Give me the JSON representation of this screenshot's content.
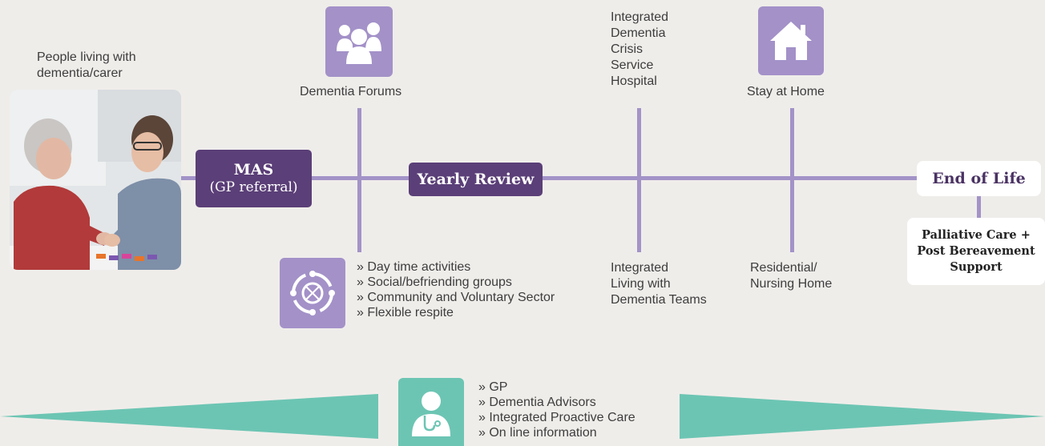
{
  "photo_label": [
    "People living with",
    "dementia/carer"
  ],
  "mas": {
    "line1": "MAS",
    "line2": "(GP referral)"
  },
  "yearly_review": "Yearly Review",
  "dementia_forums": "Dementia Forums",
  "crisis_service": [
    "Integrated",
    "Dementia",
    "Crisis",
    "Service",
    "Hospital"
  ],
  "stay_at_home": "Stay at Home",
  "end_of_life": "End of Life",
  "palliative": [
    "Palliative Care +",
    "Post Bereavement",
    "Support"
  ],
  "activities": [
    "Day time activities",
    "Social/befriending groups",
    "Community and Voluntary Sector",
    "Flexible respite"
  ],
  "living_teams": [
    "Integrated",
    "Living with",
    "Dementia Teams"
  ],
  "residential": [
    "Residential/",
    "Nursing Home"
  ],
  "support_list": [
    "GP",
    "Dementia Advisors",
    "Integrated Proactive Care",
    "On line information"
  ],
  "colors": {
    "background": "#efedea",
    "purple_line": "#a393c7",
    "dark_purple": "#5b3f78",
    "icon_purple": "#a391c8",
    "teal": "#6cc5b3"
  },
  "icons": {
    "forums": "people-group-icon",
    "home": "house-icon",
    "activities": "circle-connections-icon",
    "doctor": "doctor-stethoscope-icon"
  }
}
